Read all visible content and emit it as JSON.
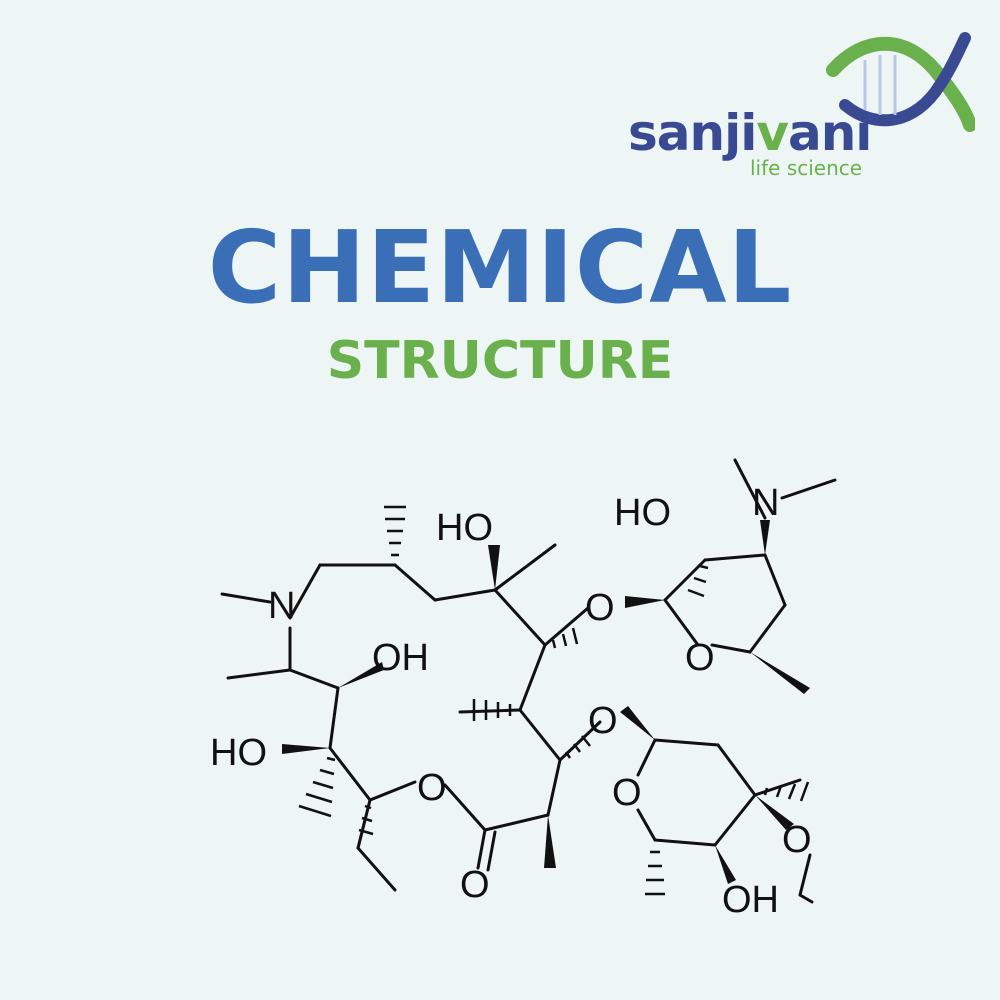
{
  "brand": {
    "name_part1": "sanji",
    "name_part2": "v",
    "name_part3": "ani",
    "tagline": "life science"
  },
  "heading": {
    "title": "CHEMICAL",
    "subtitle": "STRUCTURE"
  },
  "molecule": {
    "atom_labels": [
      "N",
      "OH",
      "HO",
      "O",
      "O",
      "HO",
      "O",
      "HO",
      "N",
      "O",
      "O",
      "O",
      "O",
      "OH"
    ]
  },
  "colors": {
    "background": "#eef6f5",
    "title": "#3a6fb8",
    "subtitle": "#6ab04c",
    "brand_blue": "#3a4a92",
    "brand_green": "#6ab04c"
  }
}
